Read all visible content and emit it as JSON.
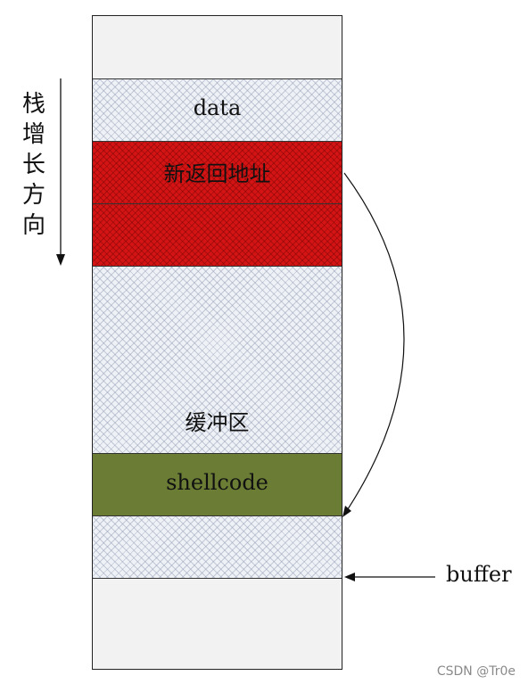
{
  "stack": {
    "data_label": "data",
    "return_address_label": "新返回地址",
    "buffer_area_label": "缓冲区",
    "shellcode_label": "shellcode"
  },
  "growth_direction": {
    "chars": [
      "栈",
      "增",
      "长",
      "方",
      "向"
    ]
  },
  "buffer_label": "buffer",
  "watermark": "CSDN @Tr0e",
  "colors": {
    "red_region": "#d41414",
    "shellcode_region": "#6b7d35",
    "hatch_region": "#eef1f6",
    "blank_region": "#f2f2f2"
  }
}
